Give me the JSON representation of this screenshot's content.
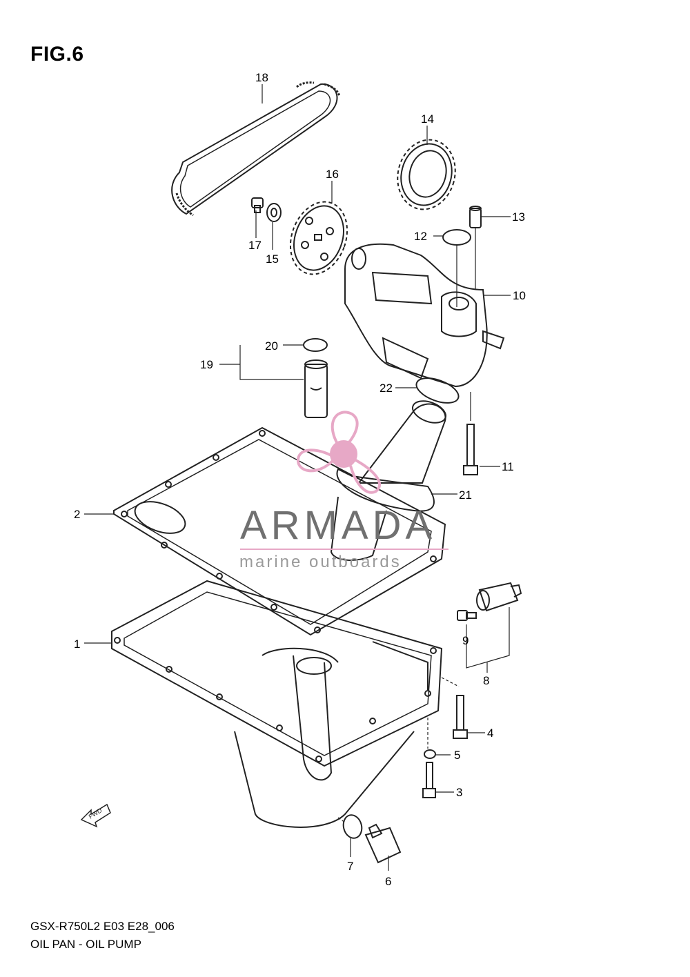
{
  "figure": {
    "title": "FIG.6",
    "code": "GSX-R750L2 E03 E28_006",
    "description": "OIL PAN - OIL PUMP"
  },
  "watermark": {
    "brand": "ARMADA",
    "tagline": "marine outboards",
    "logo_color": "#e7a8c6",
    "text_color": "#707070"
  },
  "direction_marker": {
    "label": "FWD"
  },
  "callouts": [
    "1",
    "2",
    "3",
    "4",
    "5",
    "6",
    "7",
    "8",
    "9",
    "10",
    "11",
    "12",
    "13",
    "14",
    "15",
    "16",
    "17",
    "18",
    "19",
    "20",
    "21",
    "22"
  ]
}
